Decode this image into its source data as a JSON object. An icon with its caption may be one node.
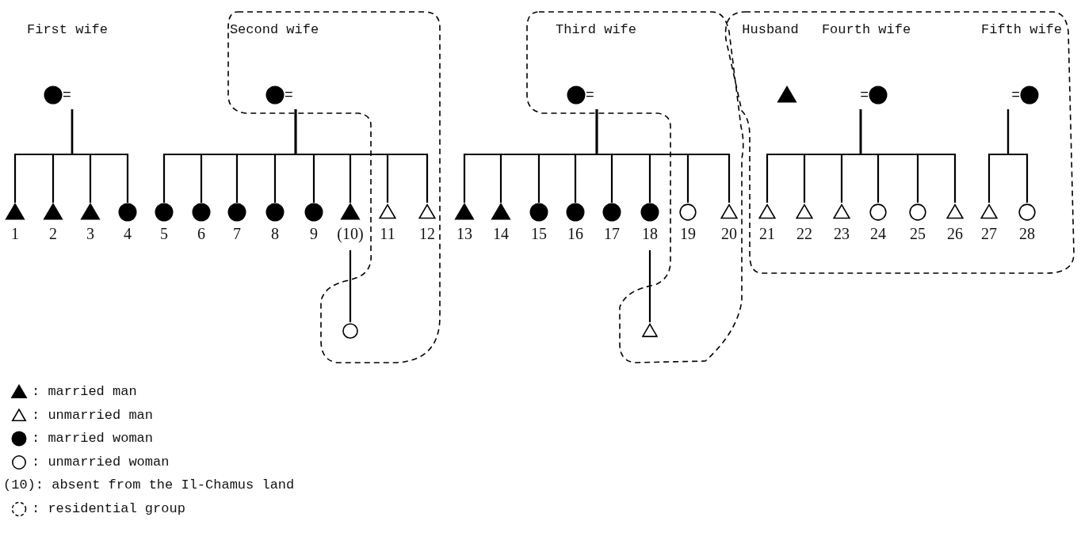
{
  "diagram": {
    "nodes": [
      {
        "text": [
          "First wife"
        ],
        "beside": [
          "="
        ]
      },
      {
        "text": [
          "Second wife"
        ],
        "beside": [
          "="
        ]
      },
      {
        "text": [
          "Third wife"
        ],
        "beside": [
          "="
        ]
      },
      {
        "text": [
          "Husband"
        ]
      },
      {
        "text": [
          "Fourth wife"
        ],
        "beside": [
          "="
        ]
      },
      {
        "text": [
          "Fifth wife"
        ],
        "beside": [
          "="
        ]
      },
      {
        "text": [
          "1"
        ]
      },
      {
        "text": [
          "2"
        ]
      },
      {
        "text": [
          "3"
        ]
      },
      {
        "text": [
          "4"
        ]
      },
      {
        "text": [
          "5"
        ]
      },
      {
        "text": [
          "6"
        ]
      },
      {
        "text": [
          "7"
        ]
      },
      {
        "text": [
          "8"
        ]
      },
      {
        "text": [
          "9"
        ]
      },
      {
        "text": [
          "(10)"
        ]
      },
      {
        "text": [
          "11"
        ]
      },
      {
        "text": [
          "12"
        ]
      },
      {
        "text": [
          "13"
        ]
      },
      {
        "text": [
          "14"
        ]
      },
      {
        "text": [
          "15"
        ]
      },
      {
        "text": [
          "16"
        ]
      },
      {
        "text": [
          "17"
        ]
      },
      {
        "text": [
          "18"
        ]
      },
      {
        "text": [
          "19"
        ]
      },
      {
        "text": [
          "20"
        ]
      },
      {
        "text": [
          "21"
        ]
      },
      {
        "text": [
          "22"
        ]
      },
      {
        "text": [
          "23"
        ]
      },
      {
        "text": [
          "24"
        ]
      },
      {
        "text": [
          "25"
        ]
      },
      {
        "text": [
          "26"
        ]
      },
      {
        "text": [
          "27"
        ]
      },
      {
        "text": [
          "28"
        ]
      },
      {
        "text": [],
        "shape": "circle"
      },
      {
        "text": [],
        "shape": "triangle"
      }
    ],
    "edges": [
      {
        "from": 0,
        "to": 6,
        "arrow": "none"
      },
      {
        "from": 0,
        "to": 7,
        "arrow": "none"
      },
      {
        "from": 0,
        "to": 8,
        "arrow": "none"
      },
      {
        "from": 0,
        "to": 9,
        "arrow": "none"
      },
      {
        "from": 1,
        "to": 10,
        "arrow": "none"
      },
      {
        "from": 1,
        "to": 11,
        "arrow": "none"
      },
      {
        "from": 1,
        "to": 12,
        "arrow": "none"
      },
      {
        "from": 1,
        "to": 13,
        "arrow": "none"
      },
      {
        "from": 1,
        "to": 14,
        "arrow": "none"
      },
      {
        "from": 1,
        "to": 15,
        "arrow": "none"
      },
      {
        "from": 1,
        "to": 16,
        "arrow": "none"
      },
      {
        "from": 1,
        "to": 17,
        "arrow": "none"
      },
      {
        "from": 2,
        "to": 18,
        "arrow": "none"
      },
      {
        "from": 2,
        "to": 19,
        "arrow": "none"
      },
      {
        "from": 2,
        "to": 20,
        "arrow": "none"
      },
      {
        "from": 2,
        "to": 21,
        "arrow": "none"
      },
      {
        "from": 2,
        "to": 22,
        "arrow": "none"
      },
      {
        "from": 2,
        "to": 23,
        "arrow": "none"
      },
      {
        "from": 2,
        "to": 24,
        "arrow": "none"
      },
      {
        "from": 2,
        "to": 25,
        "arrow": "none"
      },
      {
        "from": 4,
        "to": 26,
        "arrow": "none"
      },
      {
        "from": 4,
        "to": 27,
        "arrow": "none"
      },
      {
        "from": 4,
        "to": 28,
        "arrow": "none"
      },
      {
        "from": 4,
        "to": 29,
        "arrow": "none"
      },
      {
        "from": 4,
        "to": 30,
        "arrow": "none"
      },
      {
        "from": 4,
        "to": 31,
        "arrow": "none"
      },
      {
        "from": 5,
        "to": 32,
        "arrow": "none"
      },
      {
        "from": 5,
        "to": 33,
        "arrow": "none"
      },
      {
        "from": 15,
        "to": 34,
        "arrow": "none"
      },
      {
        "from": 23,
        "to": 35,
        "arrow": "none"
      }
    ],
    "legend": [
      {
        "text": ": married man"
      },
      {
        "text": ": unmarried man"
      },
      {
        "text": ": married woman"
      },
      {
        "text": ": unmarried woman"
      },
      {
        "text": "(10): absent from the Il-Chamus land"
      },
      {
        "text": ": residential group"
      }
    ]
  }
}
